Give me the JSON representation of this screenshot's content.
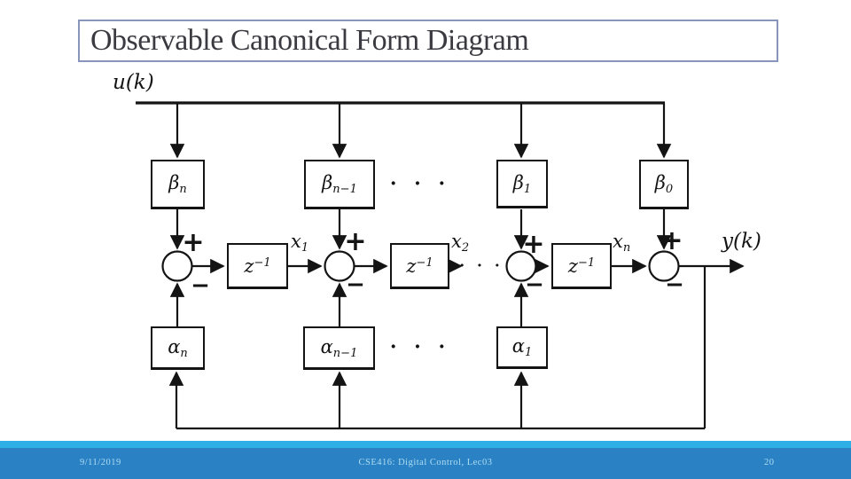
{
  "title": "Observable Canonical Form Diagram",
  "footer": {
    "date": "9/11/2019",
    "course": "CSE416: Digital Control, Lec03",
    "page": "20"
  },
  "colors": {
    "ink": "#141414",
    "title_text": "#3a3a40",
    "title_border": "#8796ba",
    "footer_bar": "#2a81c4",
    "footer_stripe": "#2eb0e6",
    "footer_text": "#aeddf2"
  },
  "diagram": {
    "input": "u(k)",
    "output": "y(k)",
    "states": [
      {
        "base": "x",
        "sub": "1"
      },
      {
        "base": "x",
        "sub": "2"
      },
      {
        "base": "x",
        "sub": "n"
      }
    ],
    "beta": [
      {
        "base": "β",
        "sub": "n"
      },
      {
        "base": "β",
        "sub": "n−1"
      },
      {
        "base": "β",
        "sub": "1"
      },
      {
        "base": "β",
        "sub": "0"
      }
    ],
    "alpha": [
      {
        "base": "α",
        "sub": "n"
      },
      {
        "base": "α",
        "sub": "n−1"
      },
      {
        "base": "α",
        "sub": "1"
      }
    ],
    "delay": {
      "base": "z",
      "sup": "−1"
    },
    "plus": "+",
    "minus": "−",
    "ellipsis": "· · ·"
  }
}
